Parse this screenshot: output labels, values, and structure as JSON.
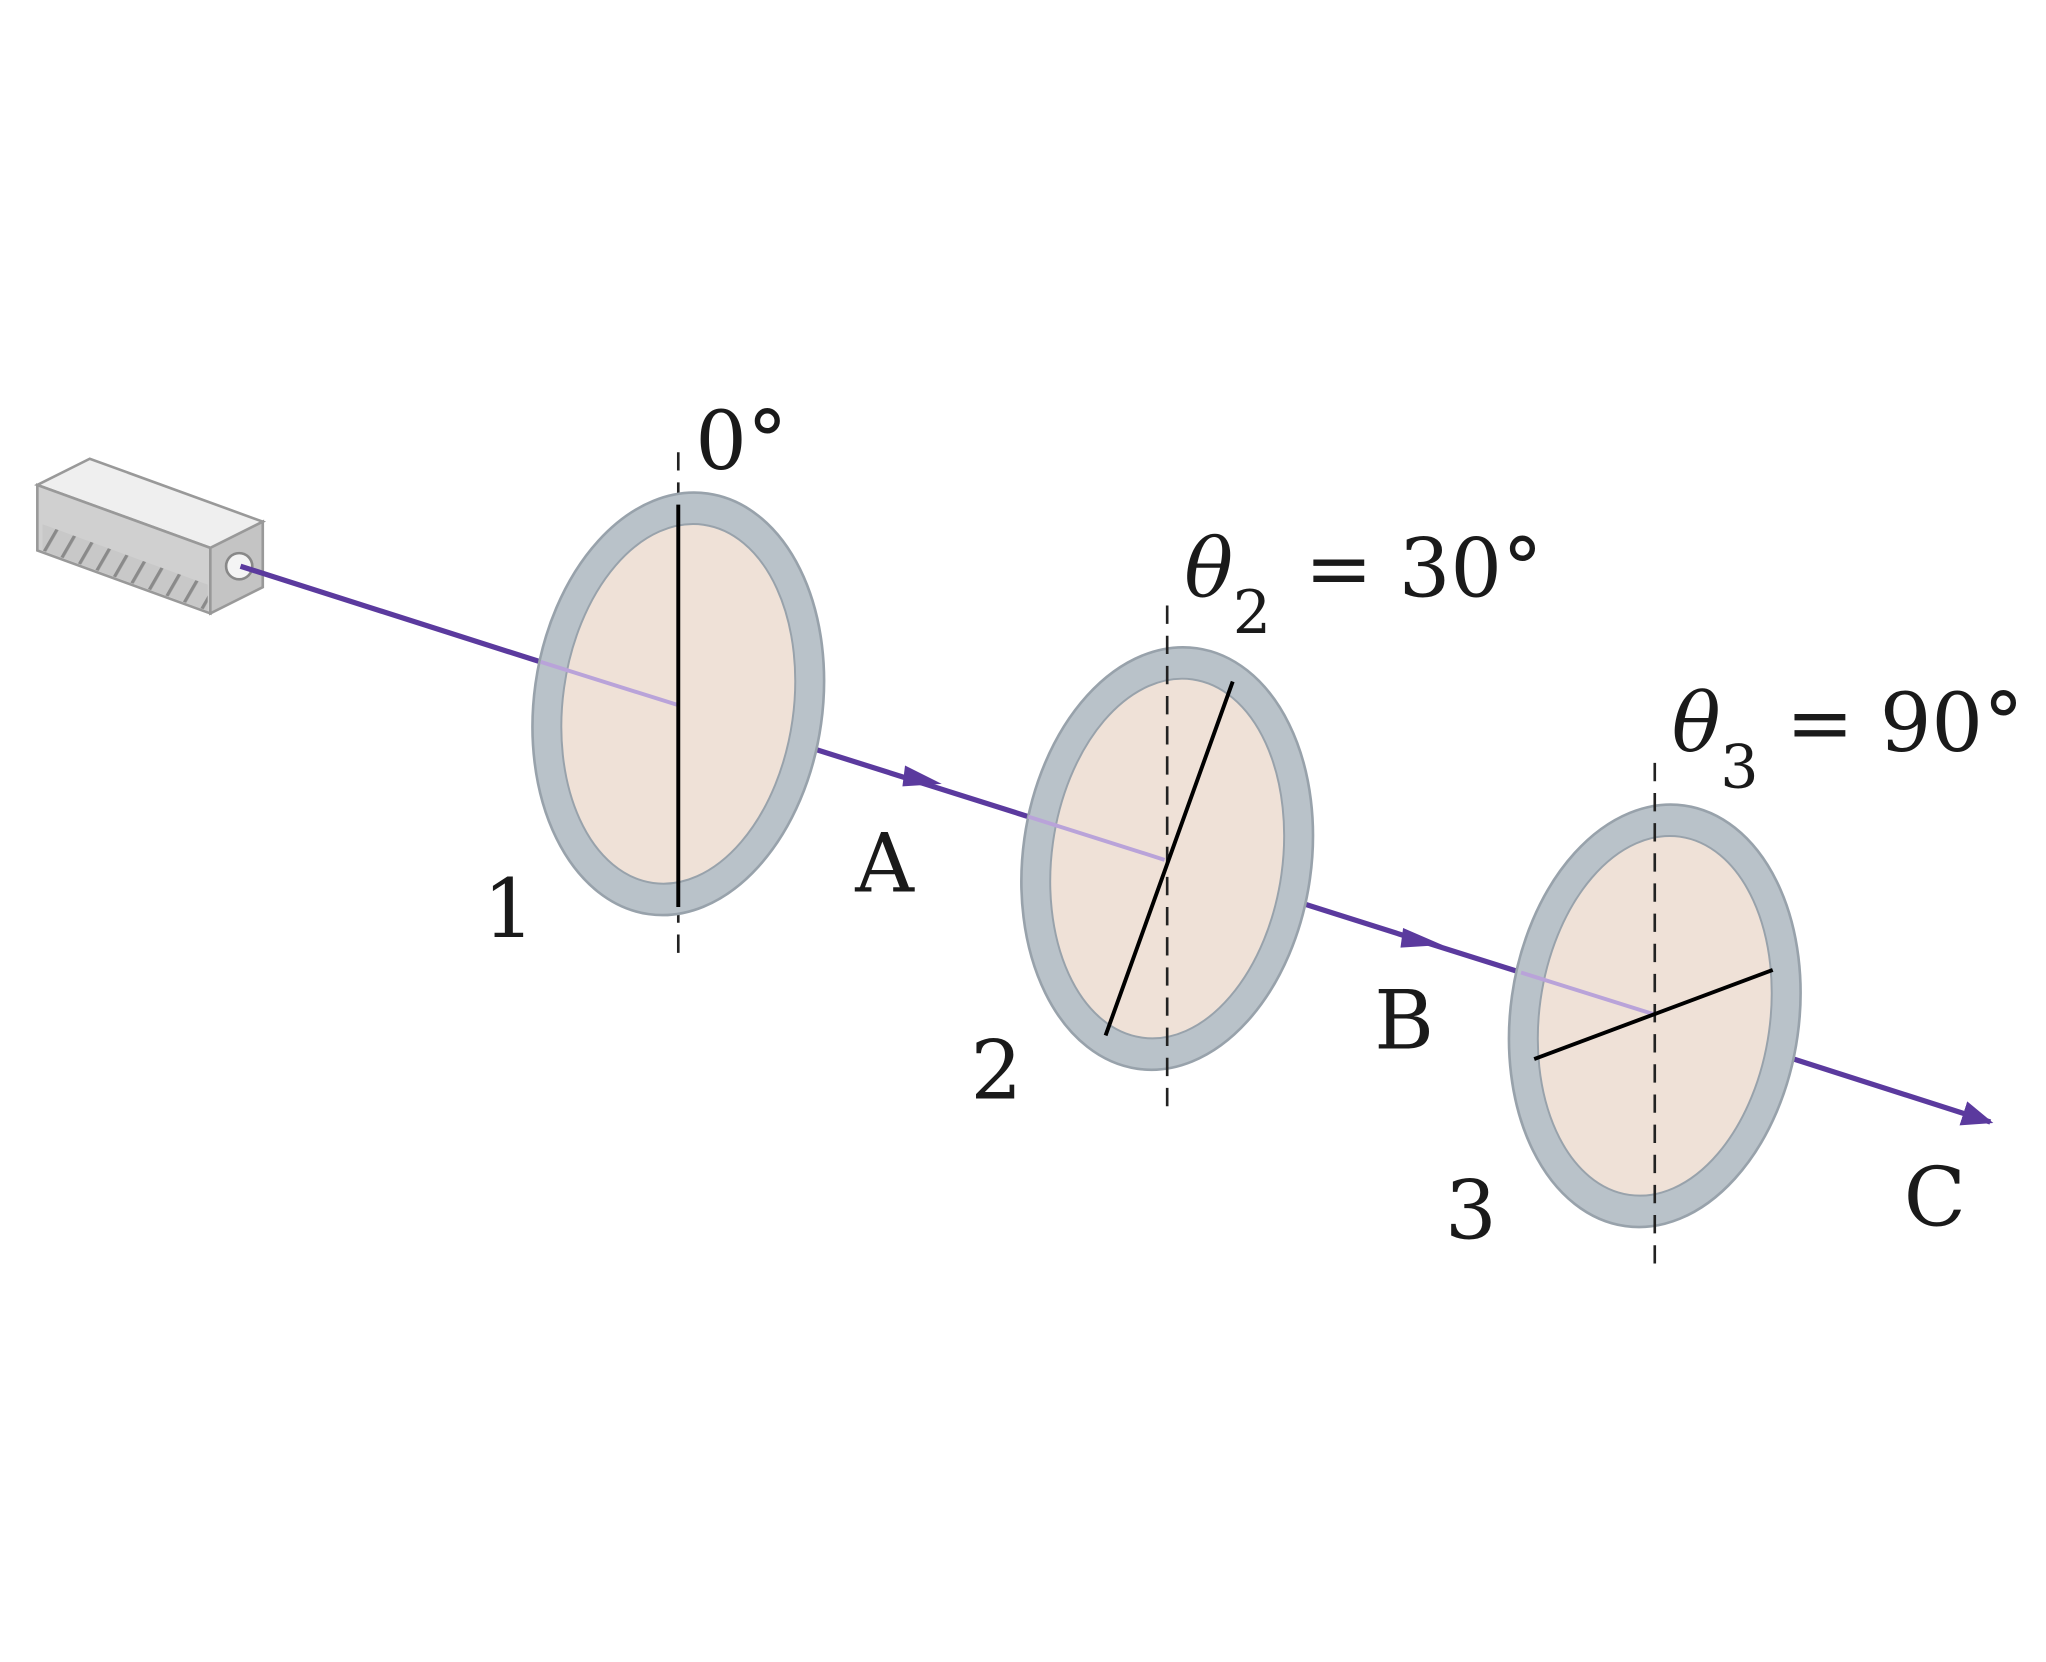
{
  "diagram": {
    "source_label": "",
    "polarizers": [
      {
        "number": "1",
        "angle_label": "0°"
      },
      {
        "number": "2",
        "angle_label": "θ",
        "angle_sub": "2",
        "angle_value": "= 30°"
      },
      {
        "number": "3",
        "angle_label": "θ",
        "angle_sub": "3",
        "angle_value": "= 90°"
      }
    ],
    "beam_points": [
      "A",
      "B",
      "C"
    ],
    "colors": {
      "beam": "#5b3a9e",
      "beam_inside": "#b9a3d9",
      "polarizer_ring": "#b9c2c9",
      "polarizer_ring_stroke": "#98a2ab",
      "polarizer_face": "#efe1d7",
      "source_body": "#d4d4d4"
    }
  }
}
